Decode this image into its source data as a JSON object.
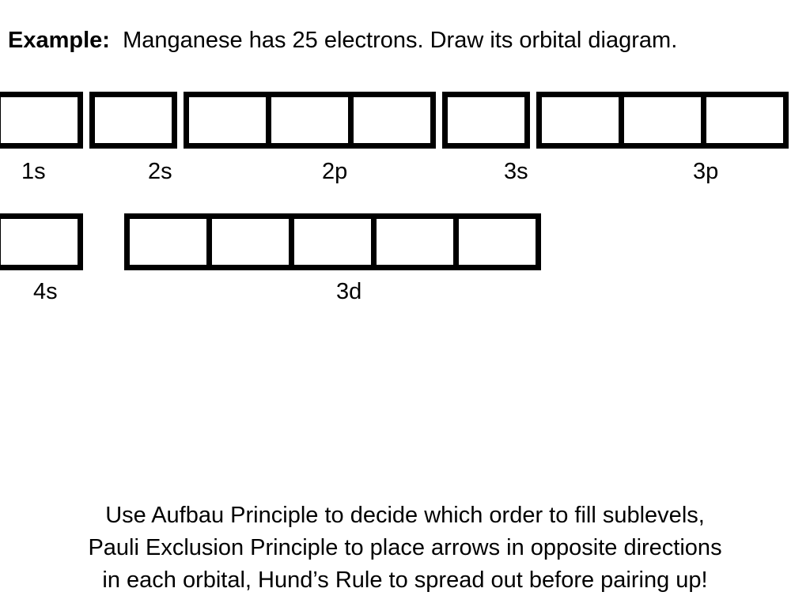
{
  "heading": {
    "bold": "Example:",
    "text": "Manganese has 25 electrons.  Draw its orbital diagram."
  },
  "sublevels": [
    {
      "label": "1s",
      "orbitals": 1
    },
    {
      "label": "2s",
      "orbitals": 1
    },
    {
      "label": "2p",
      "orbitals": 3
    },
    {
      "label": "3s",
      "orbitals": 1
    },
    {
      "label": "3p",
      "orbitals": 3
    },
    {
      "label": "4s",
      "orbitals": 1
    },
    {
      "label": "3d",
      "orbitals": 5
    }
  ],
  "footer": [
    "Use Aufbau Principle to decide which order to fill sublevels,",
    "Pauli Exclusion Principle to place arrows in opposite directions",
    "in each orbital, Hund’s Rule to spread out before pairing up!"
  ]
}
